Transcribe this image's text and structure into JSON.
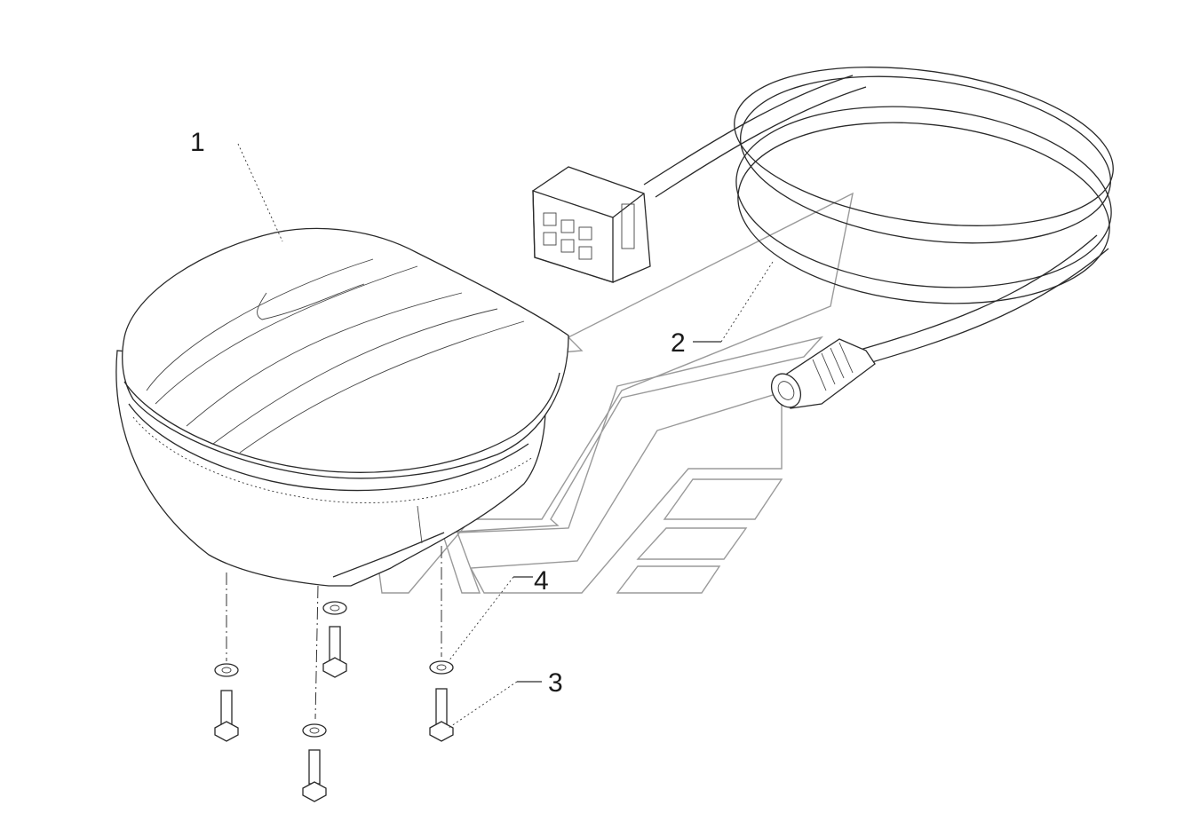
{
  "callouts": {
    "part_1": "1",
    "part_2": "2",
    "part_3": "3",
    "part_4": "4"
  },
  "colors": {
    "line": "#2a2a2a",
    "watermark": "#9a9a9a",
    "background": "#ffffff"
  }
}
